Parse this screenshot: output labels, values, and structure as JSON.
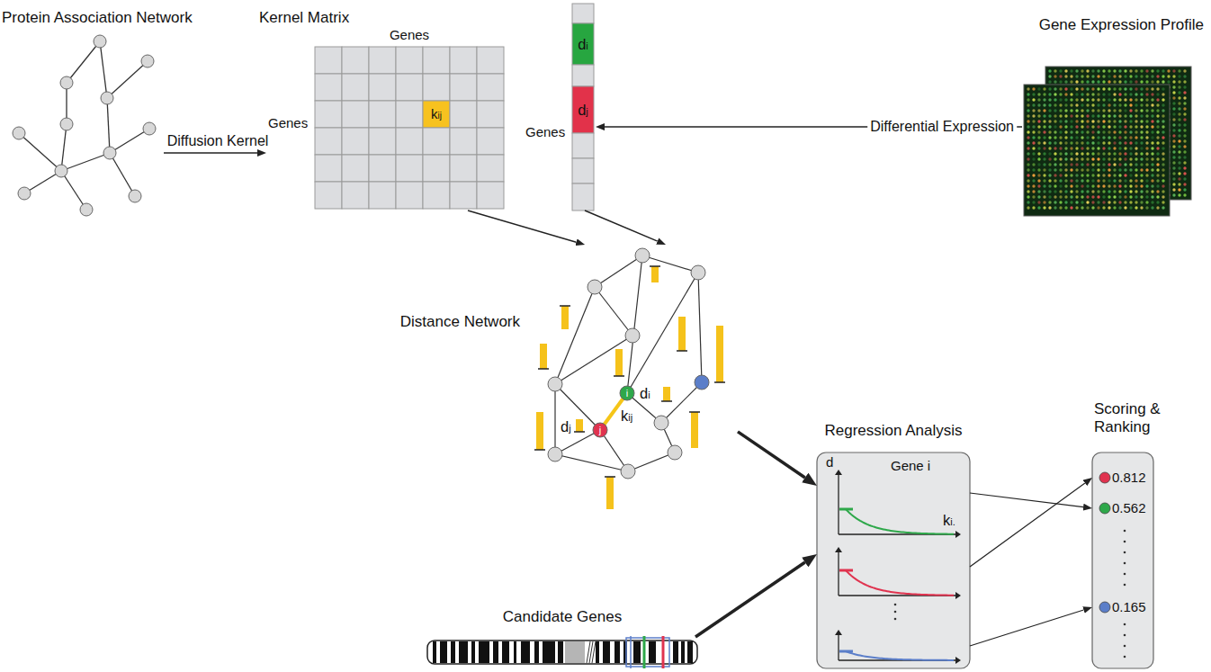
{
  "diagram": {
    "nodes": [
      {
        "text": [
          "Protein Association Network"
        ]
      },
      {
        "text": [
          "Kernel Matrix",
          "Genes",
          "Genes",
          "kij"
        ]
      },
      {
        "text": [
          "Genes",
          "di",
          "dj"
        ]
      },
      {
        "text": [
          "Gene Expression Profile"
        ]
      },
      {
        "text": [
          "Distance Network",
          "i",
          "j",
          "di",
          "dj",
          "kij"
        ]
      },
      {
        "text": [
          "Regression Analysis",
          "d",
          "Gene i",
          "ki."
        ]
      },
      {
        "text": [
          "Scoring & Ranking",
          "0.812",
          "0.562",
          "0.165"
        ]
      },
      {
        "text": [
          "Candidate Genes"
        ]
      }
    ],
    "edges": [
      {
        "from": 0,
        "to": 1,
        "arrow": "to",
        "label": "Diffusion Kernel"
      },
      {
        "from": 3,
        "to": 2,
        "arrow": "to",
        "label": "Differential Expression"
      },
      {
        "from": 1,
        "to": 4,
        "arrow": "to"
      },
      {
        "from": 2,
        "to": 4,
        "arrow": "to"
      },
      {
        "from": 4,
        "to": 5,
        "arrow": "to"
      },
      {
        "from": 7,
        "to": 5,
        "arrow": "to"
      },
      {
        "from": 5,
        "to": 6,
        "arrow": "to"
      },
      {
        "from": 5,
        "to": 6,
        "arrow": "to"
      },
      {
        "from": 5,
        "to": 6,
        "arrow": "to"
      }
    ]
  }
}
